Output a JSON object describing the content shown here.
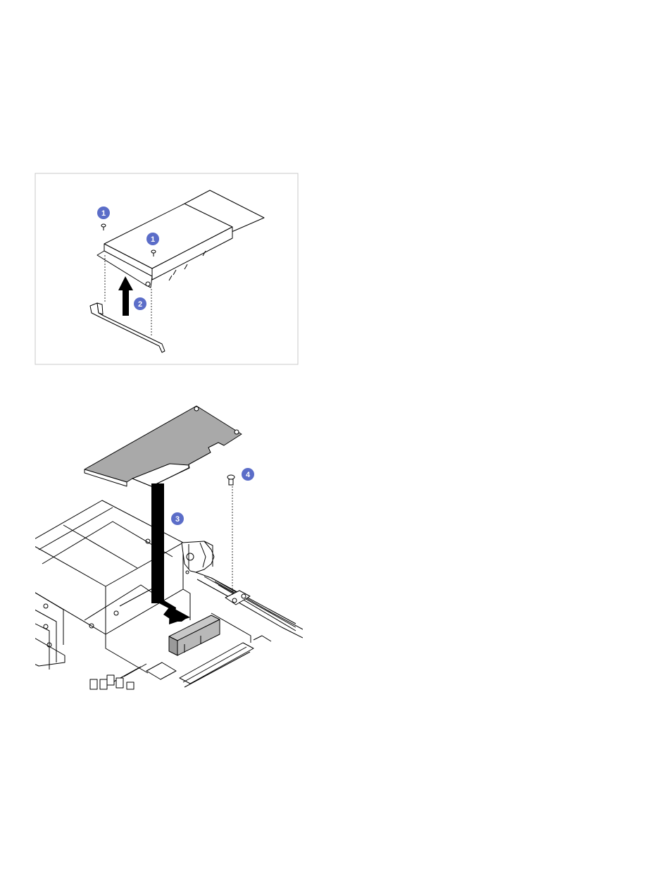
{
  "figure_top": {
    "callouts": [
      "1",
      "1",
      "2"
    ]
  },
  "figure_bottom": {
    "callouts": [
      "3",
      "4"
    ]
  },
  "colors": {
    "callout_fill": "#5b6dc8",
    "frame_border": "#c8c8c8",
    "card_fill": "#a9a9a9",
    "card_fill_light": "#ffffff",
    "line": "#000000",
    "arrow": "#000000",
    "connector_fill": "#9a9a9a"
  }
}
